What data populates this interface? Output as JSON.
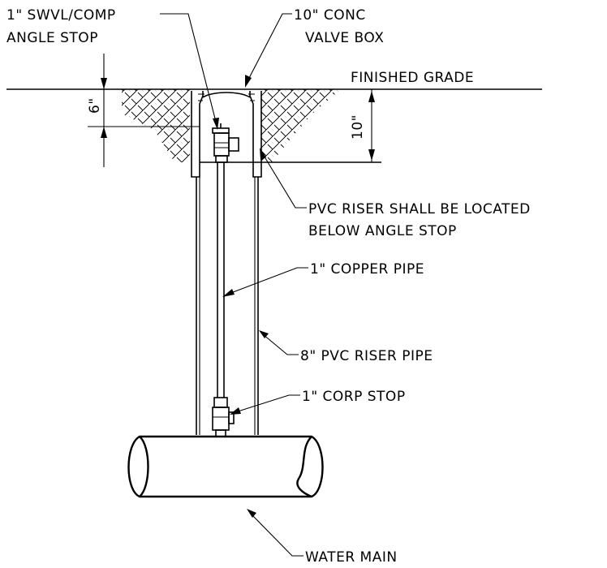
{
  "labels": {
    "angle_stop_line1": "1\" SWVL/COMP",
    "angle_stop_line2": "ANGLE STOP",
    "valve_box_line1": "10\" CONC",
    "valve_box_line2": "VALVE BOX",
    "finished_grade": "FINISHED GRADE",
    "dim_6": "6\"",
    "dim_10": "10\"",
    "pvc_note_line1": "PVC RISER SHALL BE LOCATED",
    "pvc_note_line2": "BELOW ANGLE STOP",
    "copper_pipe": "1\" COPPER PIPE",
    "pvc_riser_pipe": "8\" PVC RISER PIPE",
    "corp_stop": "1\" CORP STOP",
    "water_main": "WATER MAIN"
  }
}
